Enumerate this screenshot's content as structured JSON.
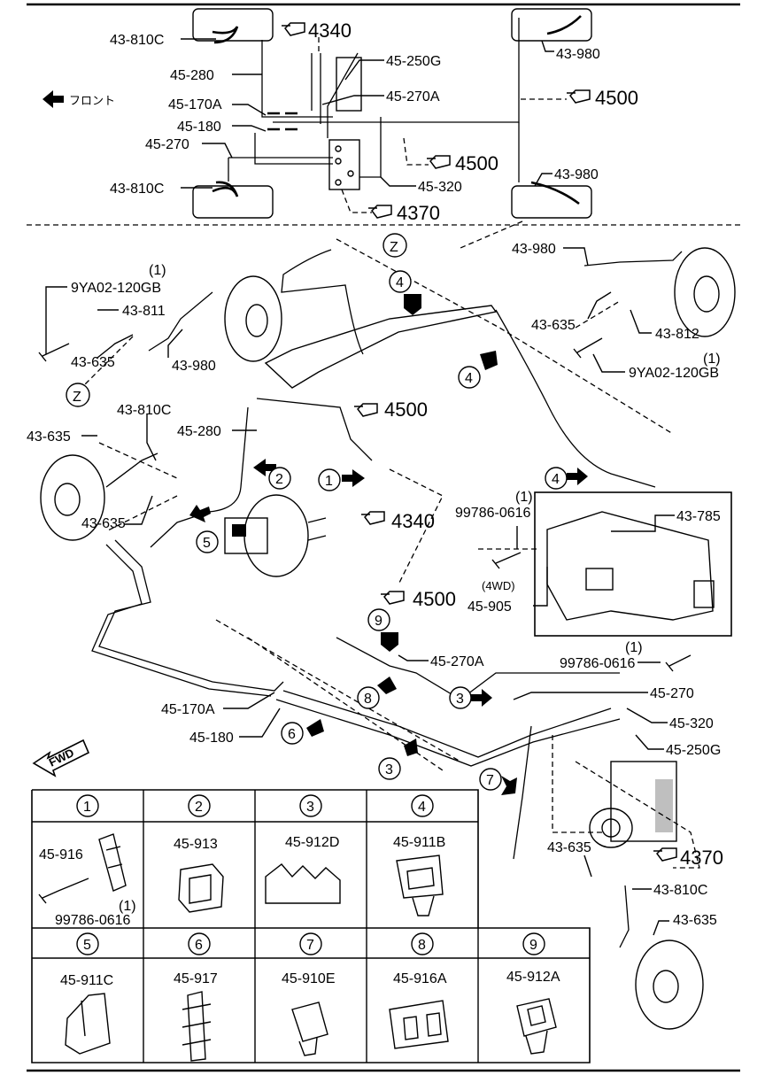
{
  "top_labels": {
    "l_43810c_a": "43-810C",
    "l_45280": "45-280",
    "l_45170a": "45-170A",
    "l_45180": "45-180",
    "l_45270": "45-270",
    "l_43810c_b": "43-810C",
    "l_45250g": "45-250G",
    "l_45270a": "45-270A",
    "l_45320": "45-320",
    "l_43980_a": "43-980",
    "l_43980_b": "43-980",
    "ref_4340": "4340",
    "ref_4500_a": "4500",
    "ref_4500_b": "4500",
    "ref_4370": "4370",
    "front_text": "フロント"
  },
  "main_labels": {
    "z_top": "Z",
    "z_left": "Z",
    "l_9ya02_a": "9YA02-120GB",
    "l_9ya02_a_qty": "(1)",
    "l_43811": "43-811",
    "l_43635_a": "43-635",
    "l_43980_c": "43-980",
    "l_43980_d": "43-980",
    "l_43635_b": "43-635",
    "l_43812": "43-812",
    "l_9ya02_b": "9YA02-120GB",
    "l_9ya02_b_qty": "(1)",
    "ref_4500_c": "4500",
    "l_43810c_c": "43-810C",
    "l_43635_c": "43-635",
    "l_45280_b": "45-280",
    "l_43635_d": "43-635",
    "ref_4340_b": "4340",
    "l_99786_a": "99786-0616",
    "l_99786_a_qty": "(1)",
    "l_43785": "43-785",
    "l_4wd": "(4WD)",
    "l_45905": "45-905",
    "ref_4500_d": "4500",
    "l_45270a_b": "45-270A",
    "l_99786_b": "99786-0616",
    "l_99786_b_qty": "(1)",
    "l_45270_b": "45-270",
    "l_45170a_b": "45-170A",
    "l_45320_b": "45-320",
    "l_45180_b": "45-180",
    "l_45250g_b": "45-250G",
    "l_43635_e": "43-635",
    "ref_4370_b": "4370",
    "l_43810c_d": "43-810C",
    "l_43635_f": "43-635",
    "fwd": "FWD"
  },
  "callouts": {
    "c1": "1",
    "c2": "2",
    "c3a": "3",
    "c3b": "3",
    "c4a": "4",
    "c4b": "4",
    "c4c": "4",
    "c5": "5",
    "c6": "6",
    "c7": "7",
    "c8": "8",
    "c9": "9"
  },
  "legend": {
    "cells": [
      {
        "num": "1",
        "part": "45-916"
      },
      {
        "num": "2",
        "part": "45-913"
      },
      {
        "num": "3",
        "part": "45-912D"
      },
      {
        "num": "4",
        "part": "45-911B"
      },
      {
        "num": "5",
        "part": "45-911C"
      },
      {
        "num": "6",
        "part": "45-917"
      },
      {
        "num": "7",
        "part": "45-910E"
      },
      {
        "num": "8",
        "part": "45-916A"
      },
      {
        "num": "9",
        "part": "45-912A"
      }
    ],
    "bolt_part": "99786-0616",
    "bolt_qty": "(1)"
  }
}
